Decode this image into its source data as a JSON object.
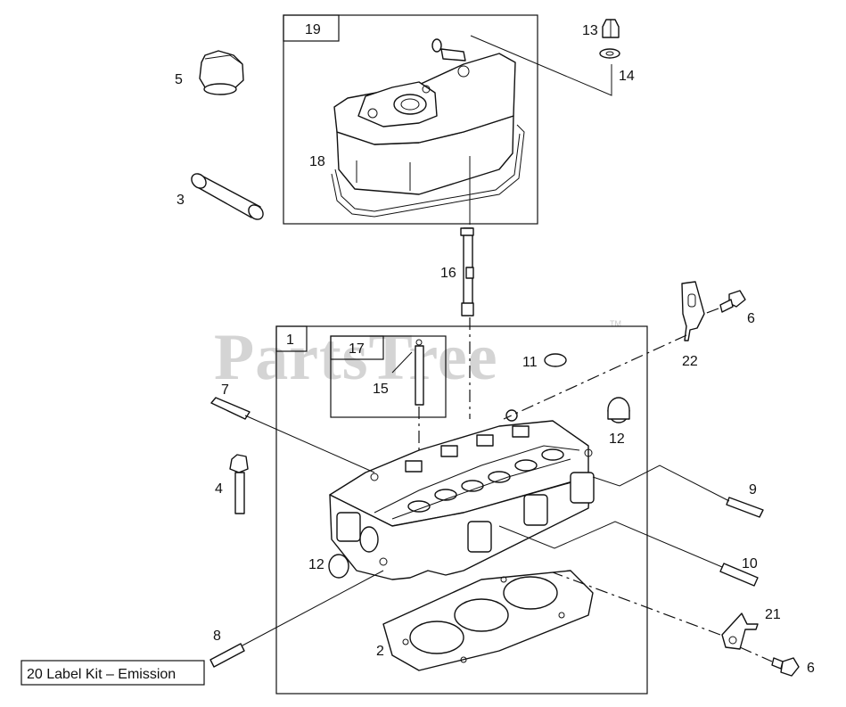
{
  "watermark": {
    "text": "PartsTree",
    "mark": "TM"
  },
  "group_labels": {
    "g19": "19",
    "g1": "1",
    "g17": "17"
  },
  "callouts": {
    "c2": "2",
    "c3": "3",
    "c4": "4",
    "c5": "5",
    "c6a": "6",
    "c6b": "6",
    "c7": "7",
    "c8": "8",
    "c9": "9",
    "c10": "10",
    "c11": "11",
    "c12a": "12",
    "c12b": "12",
    "c13": "13",
    "c14": "14",
    "c15": "15",
    "c16": "16",
    "c18": "18",
    "c21": "21",
    "c22": "22"
  },
  "kit_label": "20 Label Kit – Emission"
}
